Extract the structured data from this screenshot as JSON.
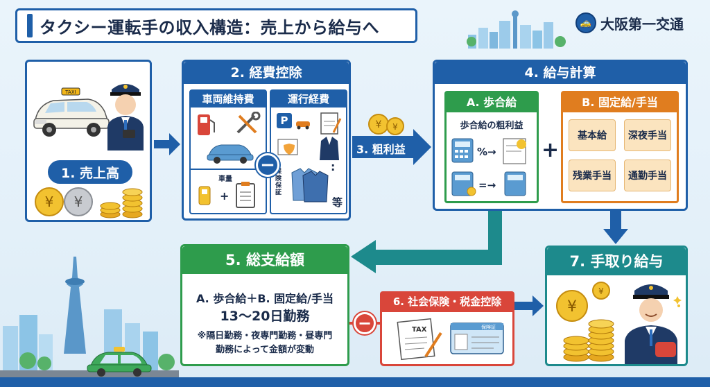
{
  "header": {
    "title": "タクシー運転手の収入構造：売上から給与へ",
    "company": "大阪第一交通"
  },
  "colors": {
    "primary": "#1f5fa8",
    "green": "#2e9c4c",
    "orange": "#e07d1f",
    "red": "#d9463a",
    "teal": "#1d8a8c",
    "tile": "#fbe4bf"
  },
  "step1": {
    "label": "1. 売上高",
    "taxi_sign": "TAXI"
  },
  "step2": {
    "title": "2. 経費控除",
    "vehicle": {
      "title": "車両維持費",
      "fuel_label": "車量"
    },
    "operation": {
      "title": "運行経費",
      "parking": "P",
      "insurance": "保険保証",
      "etc": "等"
    }
  },
  "step3": {
    "label": "3. 粗利益"
  },
  "step4": {
    "title": "4. 給与計算",
    "a": {
      "title": "A. 歩合給",
      "subtitle": "歩合給の粗利益"
    },
    "b": {
      "title": "B. 固定給/手当",
      "items": [
        "基本給",
        "深夜手当",
        "残業手当",
        "通勤手当"
      ]
    }
  },
  "step5": {
    "title": "5. 総支給額",
    "line1": "A. 歩合給＋B. 固定給/手当",
    "line2": "13〜20日勤務",
    "note1": "※隔日勤務・夜専門勤務・昼専門",
    "note2": "勤務によって金額が変動"
  },
  "step6": {
    "title": "6. 社会保険・税金控除",
    "tax_doc": "TAX",
    "card": "保険証"
  },
  "step7": {
    "title": "7. 手取り給与"
  },
  "icons": [
    "yen-coin-icon",
    "fuel-pump-icon",
    "tools-icon",
    "car-icon",
    "parking-icon",
    "document-icon",
    "shirt-icon",
    "calculator-icon",
    "wallet-icon",
    "tower-icon",
    "taxi-icon",
    "driver-icon"
  ]
}
